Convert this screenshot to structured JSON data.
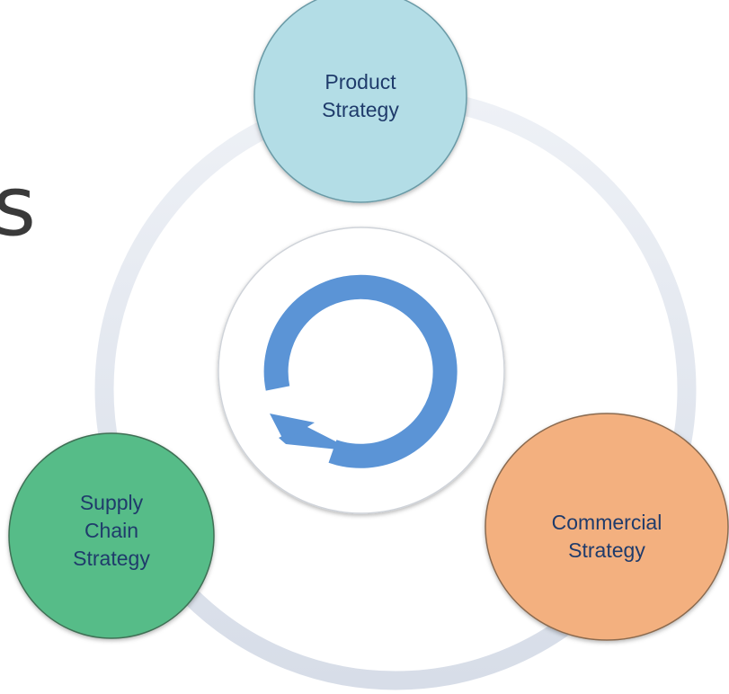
{
  "slide": {
    "title_fragment": "s"
  },
  "cycle": {
    "center_icon": "refresh-cycle-icon",
    "colors": {
      "ring": "#dde3ee",
      "arrow": "#5b94d6",
      "product": "#b3dde6",
      "commercial": "#f3b07f",
      "supply": "#57bc88",
      "label_text": "#1f3b6b"
    },
    "nodes": [
      {
        "id": "product",
        "label": "Product\nStrategy"
      },
      {
        "id": "commercial",
        "label": "Commercial\nStrategy"
      },
      {
        "id": "supply",
        "label": "Supply\nChain\nStrategy"
      }
    ]
  }
}
